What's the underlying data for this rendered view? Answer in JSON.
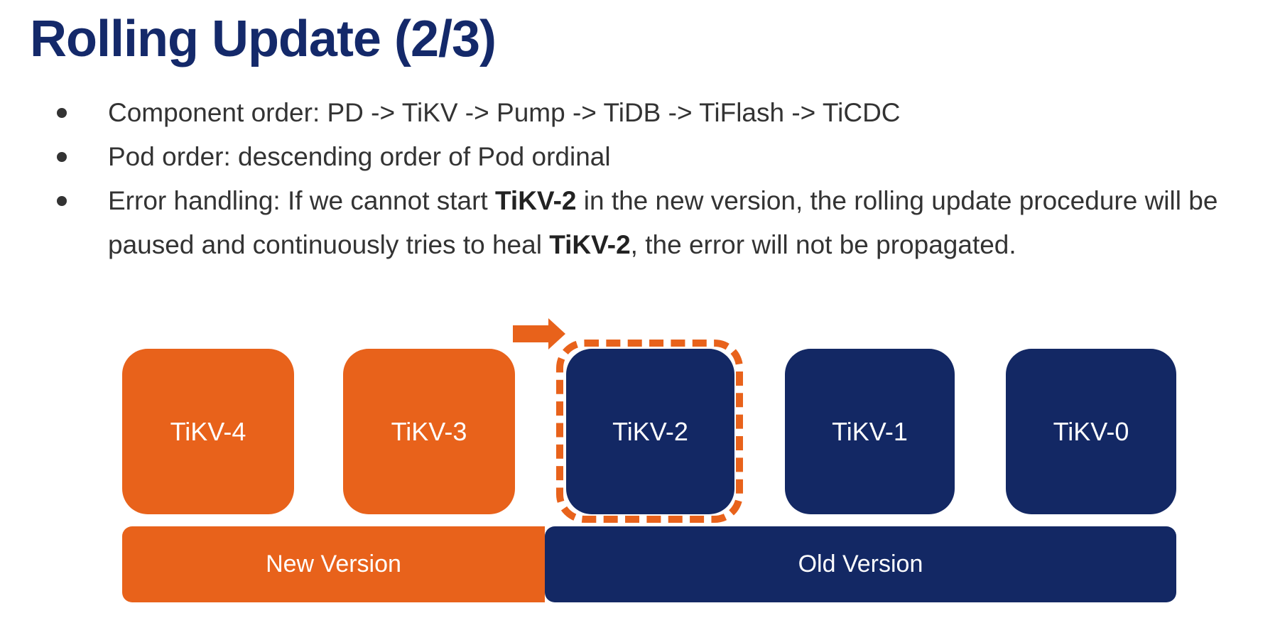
{
  "title": "Rolling Update (2/3)",
  "bullets": [
    {
      "text": "Component order: PD -> TiKV -> Pump -> TiDB -> TiFlash -> TiCDC"
    },
    {
      "text": "Pod order: descending order of Pod ordinal"
    },
    {
      "parts": [
        "Error handling: If we cannot start ",
        "TiKV-2",
        " in the new version, the rolling update procedure will be paused and continuously tries to heal ",
        "TiKV-2",
        ", the error will not be propagated."
      ]
    }
  ],
  "pods": [
    "TiKV-4",
    "TiKV-3",
    "TiKV-2",
    "TiKV-1",
    "TiKV-0"
  ],
  "versions": {
    "new": "New Version",
    "old": "Old Version"
  },
  "colors": {
    "new": "#e8621b",
    "old": "#132864"
  }
}
